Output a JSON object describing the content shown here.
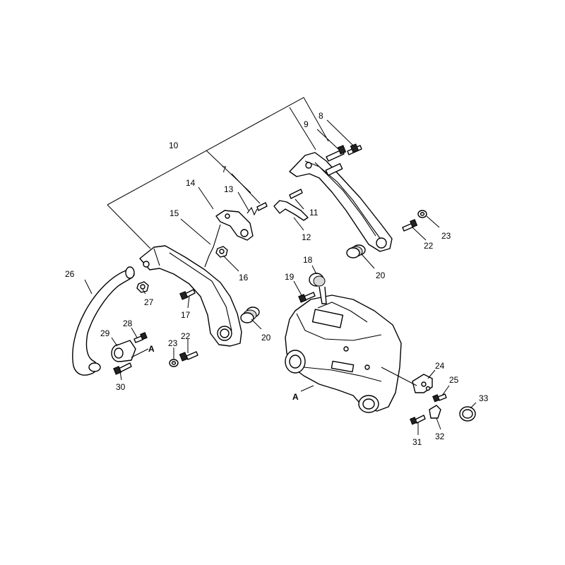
{
  "diagram": {
    "callouts": {
      "c7": "7",
      "c8": "8",
      "c9": "9",
      "c10": "10",
      "c11": "11",
      "c12": "12",
      "c13": "13",
      "c14": "14",
      "c15": "15",
      "c16": "16",
      "c17": "17",
      "c18": "18",
      "c19": "19",
      "c20a": "20",
      "c20b": "20",
      "c22a": "22",
      "c22b": "22",
      "c23a": "23",
      "c23b": "23",
      "c24": "24",
      "c25": "25",
      "c26": "26",
      "c27": "27",
      "c28": "28",
      "c29": "29",
      "c30": "30",
      "c31": "31",
      "c32": "32",
      "c33": "33",
      "refA1": "A",
      "refA2": "A"
    }
  }
}
